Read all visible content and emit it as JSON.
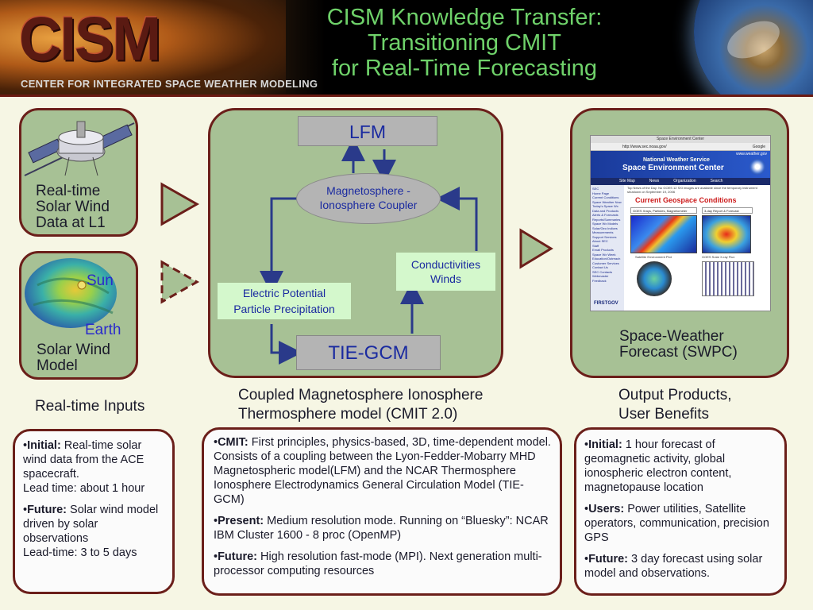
{
  "header": {
    "logo": "CISM",
    "logo_sub": "Center for Integrated Space Weather Modeling",
    "title_line1": "CISM Knowledge Transfer:",
    "title_line2": "Transitioning CMIT",
    "title_line3": "for Real-Time Forecasting"
  },
  "inputs": {
    "realtime_line1": "Real-time",
    "realtime_line2": "Solar Wind",
    "realtime_line3": "Data at L1",
    "model_sun": "Sun",
    "model_earth": "Earth",
    "model_line1": "Solar Wind",
    "model_line2": "Model",
    "caption": "Real-time Inputs"
  },
  "cmit": {
    "lfm": "LFM",
    "coupler_line1": "Magnetosphere -",
    "coupler_line2": "Ionosphere Coupler",
    "conduct_line1": "Conductivities",
    "conduct_line2": "Winds",
    "electric_line1": "Electric Potential",
    "electric_line2": "Particle Precipitation",
    "tiegcm": "TIE-GCM",
    "caption_line1": "Coupled Magnetosphere Ionosphere",
    "caption_line2": "Thermosphere model (CMIT 2.0)"
  },
  "output": {
    "forecast_line1": "Space-Weather",
    "forecast_line2": "Forecast (SWPC)",
    "caption_line1": "Output Products,",
    "caption_line2": "User Benefits",
    "screenshot": {
      "window_title": "Space Environment Center",
      "url": "http://www.sec.noaa.gov/",
      "search": "Google",
      "site_url": "www.weather.gov",
      "nws": "National Weather Service",
      "sec": "Space Environment Center",
      "nav": [
        "Site Map",
        "News",
        "Organization",
        "Search"
      ],
      "headline": "Current Geospace Conditions",
      "left_nav": [
        "SEC",
        "Home Page",
        "Current Conditions",
        "Space Weather Now",
        "Today's Space Wx",
        "Data and Products",
        "Alerts & Forecasts",
        "Reports/Summaries",
        "Space Wx Models",
        "Solar/Geo Indices",
        "Measurements",
        "Support Services",
        "About SEC",
        "Staff",
        "Email Products",
        "Space Wx Week",
        "Education/Outreach",
        "Customer Services",
        "Contact Us",
        "SEC Contacts",
        "Webmaster",
        "Feedback"
      ],
      "notice": "Top News of the Day: No GOES 12 SXI images are available since the temporary instrument shutdown on September 19, 2006",
      "drop1": "GOES Xrays, Particles, Magnetometer",
      "drop2": "3-day Report & Forecast",
      "sat_label": "Satellite Environment Plot",
      "xray_label": "GOES Solar X-ray Flux",
      "footer_logo": "FIRSTGOV"
    }
  },
  "text_boxes": {
    "inputs": {
      "initial_label": "Initial:",
      "initial_text": " Real-time solar wind data from the ACE spacecraft.",
      "initial_lead": "Lead time: about 1 hour",
      "future_label": "Future:",
      "future_text": " Solar wind model driven by solar observations",
      "future_lead": "Lead-time: 3 to 5 days"
    },
    "cmit": {
      "cmit_label": "CMIT:",
      "cmit_text": " First principles, physics-based, 3D, time-dependent model. Consists of a coupling between the Lyon-Fedder-Mobarry MHD Magnetospheric model(LFM) and the NCAR Thermosphere Ionosphere Electrodynamics General Circulation Model (TIE-GCM)",
      "present_label": "Present:",
      "present_text": " Medium resolution mode. Running on “Bluesky”: NCAR IBM Cluster 1600 - 8 proc (OpenMP)",
      "future_label": "Future:",
      "future_text": " High resolution fast-mode (MPI). Next generation multi-processor computing resources"
    },
    "output": {
      "initial_label": "Initial:",
      "initial_text": " 1 hour forecast of geomagnetic activity, global ionospheric electron content, magnetopause location",
      "users_label": "Users:",
      "users_text": "  Power utilities, Satellite operators, communication, precision GPS",
      "future_label": "Future:",
      "future_text": " 3 day forecast using solar model and observations."
    }
  },
  "colors": {
    "title": "#6fd26a",
    "panel": "#a7c195",
    "border": "#6b1f1a",
    "box_text": "#1a2aa0",
    "arrow": "#2a3a8a"
  }
}
